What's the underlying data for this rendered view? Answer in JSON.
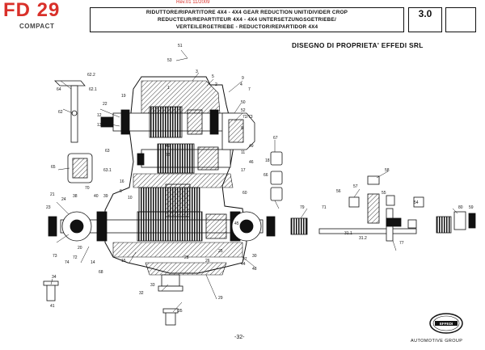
{
  "header": {
    "model": "FD 29",
    "series": "COMPACT",
    "revision": "Rev.01 11/2009",
    "title_lines": [
      "RIDUTTORE/RIPARTITORE 4X4 - 4X4 GEAR REDUCTION UNIT/DIVIDER CROP",
      "REDUCTEUR/REPARTITEUR 4X4 - 4X4 UNTERSETZUNGSGETRIEBE/",
      "VERTEILERGETRIEBE - REDUCTOR/REPARTIDOR 4X4"
    ],
    "page_code": "3.0"
  },
  "ownership_note": "DISEGNO DI PROPRIETA' EFFEDI SRL",
  "footer": {
    "page_number": "-32-",
    "brand": "EFFEDI",
    "brand_caption": "AUTOMOTIVE GROUP"
  },
  "colors": {
    "brand_red": "#d9302a",
    "line": "#111111"
  },
  "callouts": [
    {
      "id": "c1",
      "text": "51"
    },
    {
      "id": "c2",
      "text": "53"
    },
    {
      "id": "c3",
      "text": "1"
    },
    {
      "id": "c4",
      "text": "3"
    },
    {
      "id": "c5",
      "text": "5"
    },
    {
      "id": "c6",
      "text": "9"
    },
    {
      "id": "c7",
      "text": "2"
    },
    {
      "id": "c8",
      "text": "4"
    },
    {
      "id": "c9",
      "text": "7"
    },
    {
      "id": "c10",
      "text": "62.2"
    },
    {
      "id": "c11",
      "text": "64"
    },
    {
      "id": "c12",
      "text": "62.1"
    },
    {
      "id": "c13",
      "text": "62"
    },
    {
      "id": "c14",
      "text": "22"
    },
    {
      "id": "c15",
      "text": "19"
    },
    {
      "id": "c16",
      "text": "12"
    },
    {
      "id": "c17",
      "text": "13"
    },
    {
      "id": "c18",
      "text": "50"
    },
    {
      "id": "c19",
      "text": "52"
    },
    {
      "id": "c20",
      "text": "8"
    },
    {
      "id": "c21",
      "text": "67"
    },
    {
      "id": "c22",
      "text": "63"
    },
    {
      "id": "c23",
      "text": "65"
    },
    {
      "id": "c24",
      "text": "63.1"
    },
    {
      "id": "c25",
      "text": "42"
    },
    {
      "id": "c26",
      "text": "78"
    },
    {
      "id": "c27",
      "text": "17"
    },
    {
      "id": "c28",
      "text": "11"
    },
    {
      "id": "c29",
      "text": "49"
    },
    {
      "id": "c30",
      "text": "46"
    },
    {
      "id": "c31",
      "text": "66"
    },
    {
      "id": "c32",
      "text": "21"
    },
    {
      "id": "c33",
      "text": "23"
    },
    {
      "id": "c34",
      "text": "24"
    },
    {
      "id": "c35",
      "text": "38"
    },
    {
      "id": "c36",
      "text": "40"
    },
    {
      "id": "c37",
      "text": "39"
    },
    {
      "id": "c38",
      "text": "70"
    },
    {
      "id": "c39",
      "text": "16"
    },
    {
      "id": "c40",
      "text": "10"
    },
    {
      "id": "c41",
      "text": "73"
    },
    {
      "id": "c42",
      "text": "20"
    },
    {
      "id": "c43",
      "text": "72"
    },
    {
      "id": "c44",
      "text": "74"
    },
    {
      "id": "c45",
      "text": "14"
    },
    {
      "id": "c46",
      "text": "15"
    },
    {
      "id": "c47",
      "text": "68"
    },
    {
      "id": "c48",
      "text": "28"
    },
    {
      "id": "c49",
      "text": "26"
    },
    {
      "id": "c50",
      "text": "25"
    },
    {
      "id": "c51",
      "text": "44"
    },
    {
      "id": "c52",
      "text": "48"
    },
    {
      "id": "c53",
      "text": "33"
    },
    {
      "id": "c54",
      "text": "32"
    },
    {
      "id": "c55",
      "text": "29"
    },
    {
      "id": "c56",
      "text": "27"
    },
    {
      "id": "c57",
      "text": "30"
    },
    {
      "id": "c58",
      "text": "34"
    },
    {
      "id": "c59",
      "text": "41"
    },
    {
      "id": "c60",
      "text": "58"
    },
    {
      "id": "c61",
      "text": "57"
    },
    {
      "id": "c62",
      "text": "56"
    },
    {
      "id": "c63",
      "text": "55"
    },
    {
      "id": "c64",
      "text": "54"
    },
    {
      "id": "c65",
      "text": "71"
    },
    {
      "id": "c66",
      "text": "31.1"
    },
    {
      "id": "c67",
      "text": "31.2"
    },
    {
      "id": "c68",
      "text": "77"
    },
    {
      "id": "c69",
      "text": "79"
    },
    {
      "id": "c70",
      "text": "80"
    },
    {
      "id": "c71",
      "text": "59"
    },
    {
      "id": "c72",
      "text": "35"
    },
    {
      "id": "c73",
      "text": "45"
    },
    {
      "id": "c74",
      "text": "60"
    },
    {
      "id": "c75",
      "text": "18"
    },
    {
      "id": "c76",
      "text": "6"
    },
    {
      "id": "c77",
      "text": "72/73"
    }
  ]
}
